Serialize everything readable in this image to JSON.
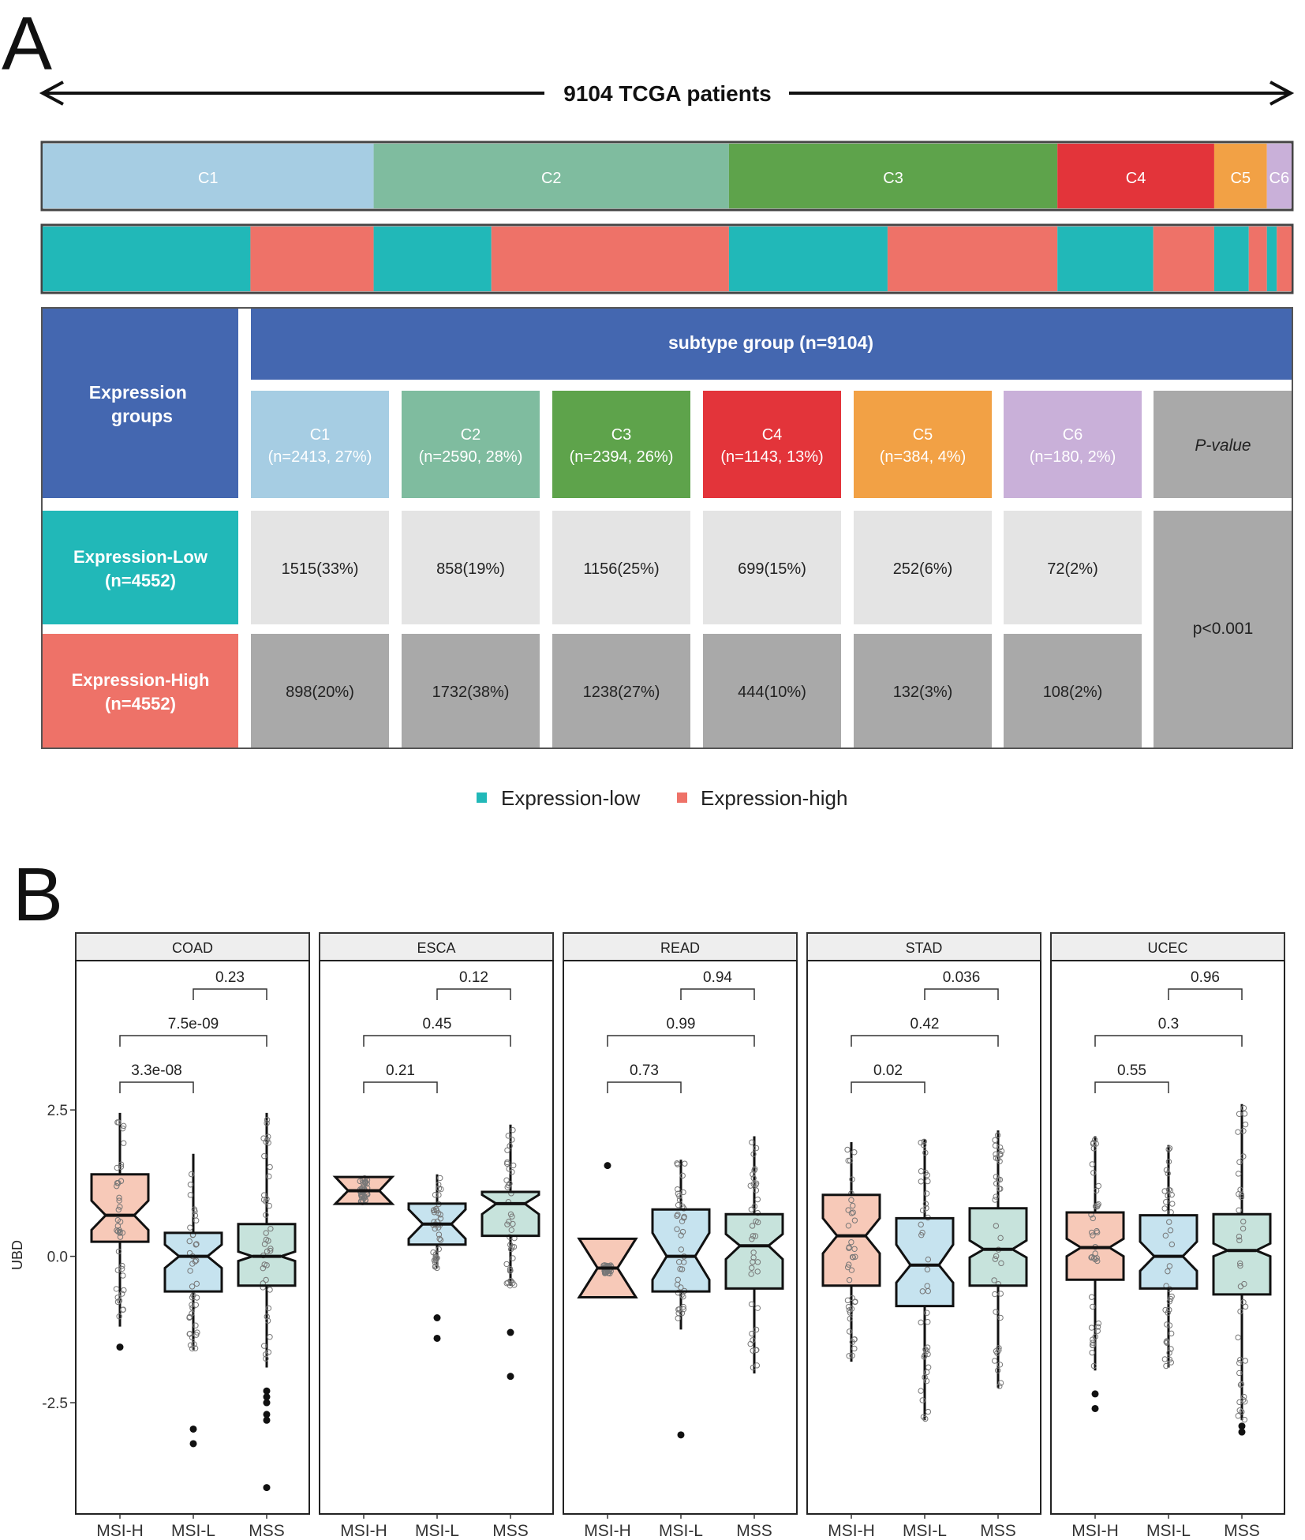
{
  "panel_a": {
    "letter": "A",
    "header_text": "9104 TCGA patients",
    "subtype_bar": [
      {
        "label": "C1",
        "n": 2413,
        "color": "#a6cde3"
      },
      {
        "label": "C2",
        "n": 2590,
        "color": "#7fbc9f"
      },
      {
        "label": "C3",
        "n": 2394,
        "color": "#5ea34b"
      },
      {
        "label": "C4",
        "n": 1143,
        "color": "#e3343a"
      },
      {
        "label": "C5",
        "n": 384,
        "color": "#f2a145"
      },
      {
        "label": "C6",
        "n": 180,
        "color": "#c9b0d9"
      }
    ],
    "expression_colors": {
      "low": "#21b8b8",
      "high": "#ee7268"
    },
    "table": {
      "corner_label": "Expression groups",
      "group_header": "subtype group (n=9104)",
      "columns": [
        {
          "name": "C1",
          "detail": "(n=2413, 27%)",
          "color": "#a6cde3"
        },
        {
          "name": "C2",
          "detail": "(n=2590, 28%)",
          "color": "#7fbc9f"
        },
        {
          "name": "C3",
          "detail": "(n=2394, 26%)",
          "color": "#5ea34b"
        },
        {
          "name": "C4",
          "detail": "(n=1143, 13%)",
          "color": "#e3343a"
        },
        {
          "name": "C5",
          "detail": "(n=384, 4%)",
          "color": "#f2a145"
        },
        {
          "name": "C6",
          "detail": "(n=180, 2%)",
          "color": "#c9b0d9"
        }
      ],
      "pvalue_header": "P-value",
      "rows": [
        {
          "label_line1": "Expression-Low",
          "label_line2": "(n=4552)",
          "color": "#21b8b8",
          "cells": [
            "1515(33%)",
            "858(19%)",
            "1156(25%)",
            "699(15%)",
            "252(6%)",
            "72(2%)"
          ]
        },
        {
          "label_line1": "Expression-High",
          "label_line2": "(n=4552)",
          "color": "#ee7268",
          "cells": [
            "898(20%)",
            "1732(38%)",
            "1238(27%)",
            "444(10%)",
            "132(3%)",
            "108(2%)"
          ]
        }
      ],
      "pvalue": "p<0.001",
      "header_color": "#4467b0"
    },
    "legend": [
      {
        "label": "Expression-low",
        "color": "#21b8b8"
      },
      {
        "label": "Expression-high",
        "color": "#ee7268"
      }
    ]
  },
  "panel_b": {
    "letter": "B",
    "ylabel": "UBD",
    "yticks": [
      2.5,
      0.0,
      -2.5
    ],
    "ytick_labels": [
      "2.5",
      "0.0",
      "-2.5"
    ],
    "ylim": [
      -4.4,
      5.05
    ],
    "categories": [
      "MSI-H",
      "MSI-L",
      "MSS"
    ],
    "box_colors": [
      "#f7c9b8",
      "#c6e3ef",
      "#c7e3dc"
    ],
    "chart_data": {
      "type": "boxplot",
      "ylabel": "UBD",
      "ylim": [
        -4.4,
        5.05
      ],
      "facets": [
        {
          "title": "COAD",
          "boxes": [
            {
              "group": "MSI-H",
              "q1": 0.25,
              "median": 0.7,
              "q3": 1.4,
              "notch_lo": 0.45,
              "notch_hi": 0.95,
              "wlo": -1.2,
              "whi": 2.45,
              "outliers": [
                -1.55
              ]
            },
            {
              "group": "MSI-L",
              "q1": -0.6,
              "median": 0.0,
              "q3": 0.4,
              "notch_lo": -0.2,
              "notch_hi": 0.2,
              "wlo": -1.6,
              "whi": 1.75,
              "outliers": [
                -2.95,
                -3.2
              ]
            },
            {
              "group": "MSS",
              "q1": -0.5,
              "median": 0.0,
              "q3": 0.55,
              "notch_lo": -0.08,
              "notch_hi": 0.08,
              "wlo": -1.9,
              "whi": 2.45,
              "outliers": [
                -2.3,
                -2.4,
                -2.5,
                -2.7,
                -2.8,
                -3.95
              ]
            }
          ],
          "pvalues": [
            {
              "pair": [
                "MSI-L",
                "MSS"
              ],
              "label": "0.23"
            },
            {
              "pair": [
                "MSI-H",
                "MSS"
              ],
              "label": "7.5e-09"
            },
            {
              "pair": [
                "MSI-H",
                "MSI-L"
              ],
              "label": "3.3e-08"
            }
          ]
        },
        {
          "title": "ESCA",
          "boxes": [
            {
              "group": "MSI-H",
              "q1": 0.95,
              "median": 1.12,
              "q3": 1.3,
              "notch_lo": 1.05,
              "notch_hi": 1.2,
              "wlo": 0.9,
              "whi": 1.35,
              "outliers": [],
              "wide_notch": true
            },
            {
              "group": "MSI-L",
              "q1": 0.2,
              "median": 0.55,
              "q3": 0.9,
              "notch_lo": 0.3,
              "notch_hi": 0.8,
              "wlo": -0.2,
              "whi": 1.4,
              "outliers": [
                -1.05,
                -1.4
              ]
            },
            {
              "group": "MSS",
              "q1": 0.35,
              "median": 0.9,
              "q3": 1.1,
              "notch_lo": 0.72,
              "notch_hi": 1.05,
              "wlo": -0.5,
              "whi": 2.25,
              "outliers": [
                -1.3,
                -2.05
              ]
            }
          ],
          "pvalues": [
            {
              "pair": [
                "MSI-L",
                "MSS"
              ],
              "label": "0.12"
            },
            {
              "pair": [
                "MSI-H",
                "MSS"
              ],
              "label": "0.45"
            },
            {
              "pair": [
                "MSI-H",
                "MSI-L"
              ],
              "label": "0.21"
            }
          ]
        },
        {
          "title": "READ",
          "boxes": [
            {
              "group": "MSI-H",
              "q1": -0.2,
              "median": -0.2,
              "q3": 0.3,
              "notch_lo": -0.7,
              "notch_hi": 0.3,
              "wlo": -0.3,
              "whi": -0.15,
              "outliers": [
                1.55
              ],
              "funnel": true
            },
            {
              "group": "MSI-L",
              "q1": -0.6,
              "median": 0.0,
              "q3": 0.8,
              "notch_lo": -0.4,
              "notch_hi": 0.4,
              "wlo": -1.25,
              "whi": 1.65,
              "outliers": [
                -3.05
              ]
            },
            {
              "group": "MSS",
              "q1": -0.55,
              "median": 0.18,
              "q3": 0.72,
              "notch_lo": -0.05,
              "notch_hi": 0.38,
              "wlo": -2.0,
              "whi": 2.05,
              "outliers": []
            }
          ],
          "pvalues": [
            {
              "pair": [
                "MSI-L",
                "MSS"
              ],
              "label": "0.94"
            },
            {
              "pair": [
                "MSI-H",
                "MSS"
              ],
              "label": "0.99"
            },
            {
              "pair": [
                "MSI-H",
                "MSI-L"
              ],
              "label": "0.73"
            }
          ]
        },
        {
          "title": "STAD",
          "boxes": [
            {
              "group": "MSI-H",
              "q1": -0.5,
              "median": 0.35,
              "q3": 1.05,
              "notch_lo": 0.05,
              "notch_hi": 0.65,
              "wlo": -1.8,
              "whi": 1.95,
              "outliers": []
            },
            {
              "group": "MSI-L",
              "q1": -0.85,
              "median": -0.15,
              "q3": 0.65,
              "notch_lo": -0.45,
              "notch_hi": 0.2,
              "wlo": -2.8,
              "whi": 2.0,
              "outliers": []
            },
            {
              "group": "MSS",
              "q1": -0.5,
              "median": 0.12,
              "q3": 0.82,
              "notch_lo": -0.02,
              "notch_hi": 0.27,
              "wlo": -2.25,
              "whi": 2.15,
              "outliers": []
            }
          ],
          "pvalues": [
            {
              "pair": [
                "MSI-L",
                "MSS"
              ],
              "label": "0.036"
            },
            {
              "pair": [
                "MSI-H",
                "MSS"
              ],
              "label": "0.42"
            },
            {
              "pair": [
                "MSI-H",
                "MSI-L"
              ],
              "label": "0.02"
            }
          ]
        },
        {
          "title": "UCEC",
          "boxes": [
            {
              "group": "MSI-H",
              "q1": -0.4,
              "median": 0.15,
              "q3": 0.75,
              "notch_lo": 0.0,
              "notch_hi": 0.3,
              "wlo": -1.95,
              "whi": 2.05,
              "outliers": [
                -2.35,
                -2.6
              ]
            },
            {
              "group": "MSI-L",
              "q1": -0.55,
              "median": 0.0,
              "q3": 0.7,
              "notch_lo": -0.25,
              "notch_hi": 0.25,
              "wlo": -1.9,
              "whi": 1.9,
              "outliers": []
            },
            {
              "group": "MSS",
              "q1": -0.65,
              "median": 0.1,
              "q3": 0.72,
              "notch_lo": 0.0,
              "notch_hi": 0.22,
              "wlo": -2.8,
              "whi": 2.6,
              "outliers": [
                -2.9,
                -3.0
              ]
            }
          ],
          "pvalues": [
            {
              "pair": [
                "MSI-L",
                "MSS"
              ],
              "label": "0.96"
            },
            {
              "pair": [
                "MSI-H",
                "MSS"
              ],
              "label": "0.3"
            },
            {
              "pair": [
                "MSI-H",
                "MSI-L"
              ],
              "label": "0.55"
            }
          ]
        }
      ]
    }
  }
}
